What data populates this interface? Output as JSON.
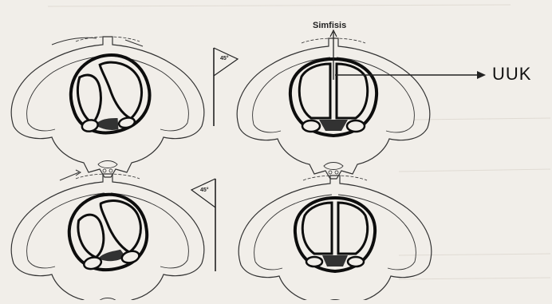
{
  "labels": {
    "symphysis": "Simfisis",
    "uuk": "UUK",
    "angle_top": "45°",
    "angle_bottom": "45°"
  },
  "figure": {
    "panels": [
      {
        "name": "top-left-pelvis",
        "rotated": true,
        "direction": "left"
      },
      {
        "name": "top-right-pelvis",
        "rotated": false
      },
      {
        "name": "bottom-left-pelvis",
        "rotated": true,
        "direction": "left"
      },
      {
        "name": "bottom-right-pelvis",
        "rotated": false
      }
    ],
    "colors": {
      "ink": "#1a1a1a",
      "paper": "#f1eee9",
      "line": "#333333"
    }
  }
}
